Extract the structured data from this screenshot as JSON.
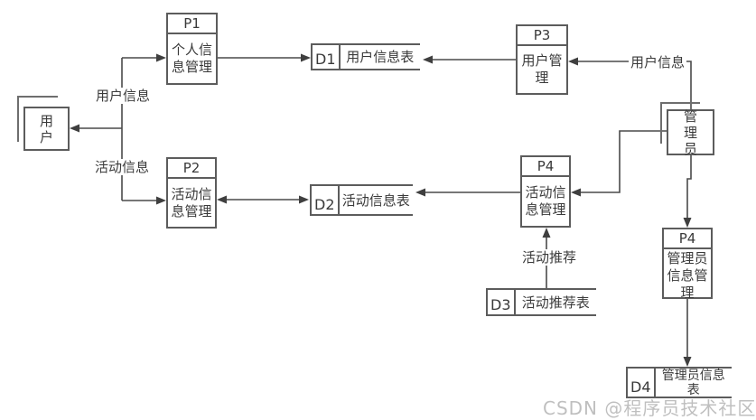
{
  "diagram": {
    "entities": [
      {
        "label": "用户"
      },
      {
        "label": "管理员"
      }
    ],
    "processes": [
      {
        "code": "P1",
        "label": "个人信息管理"
      },
      {
        "code": "P2",
        "label": "活动信息管理"
      },
      {
        "code": "P3",
        "label": "用户管理"
      },
      {
        "code": "P4",
        "label": "活动信息管理"
      },
      {
        "code": "P4",
        "label": "管理员信息管理"
      }
    ],
    "datastores": [
      {
        "code": "D1",
        "label": "用户信息表"
      },
      {
        "code": "D2",
        "label": "活动信息表"
      },
      {
        "code": "D3",
        "label": "活动推荐表"
      },
      {
        "code": "D4",
        "label": "管理员信息表"
      }
    ],
    "flow_labels": [
      {
        "text": "用户信息"
      },
      {
        "text": "活动信息"
      },
      {
        "text": "用户信息"
      },
      {
        "text": "活动推荐"
      }
    ]
  },
  "watermark": {
    "text": "CSDN @程序员技术社区"
  },
  "colors": {
    "wire": "#4a4a4a",
    "arrow": "#3f3f3f",
    "box_border": "#5c5c5c",
    "text": "#3a3a3a",
    "watermark": "#b5b5b5",
    "background": "#ffffff"
  }
}
